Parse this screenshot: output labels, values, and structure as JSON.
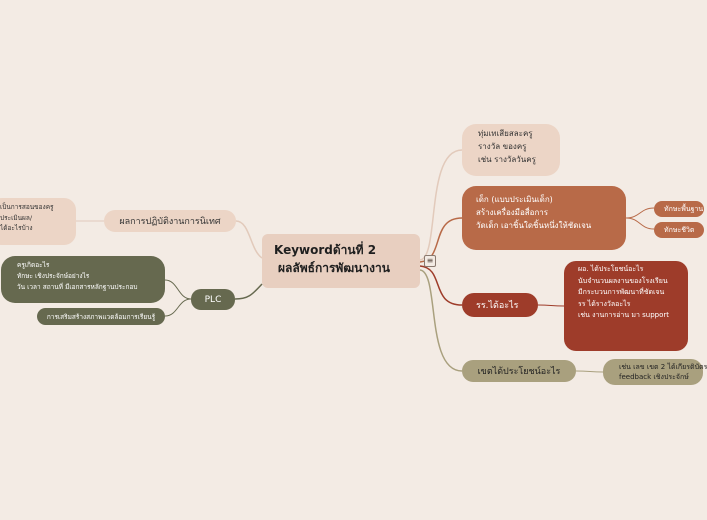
{
  "center": {
    "line1": "Keywordด้านที่ 2",
    "line2": "ผลลัพธ์การพัฒนางาน",
    "menu_icon": "≡"
  },
  "right": {
    "top_light": [
      "ทุ่มเทเสียสละครู",
      "รางวัล ของครู",
      "เช่น รางวัลวันครู"
    ],
    "orange": [
      "เด็ก (แบบประเมินเด็ก)",
      "สร้างเครื่องมือสื่อการ",
      "วัดเด็ก เอาชิ้นใดชิ้นหนึ่งให้ชัดเจน"
    ],
    "orange_sub": [
      "ทักษะพื้นฐาน",
      "ทักษะชีวิต"
    ],
    "red": "รร.ได้อะไร",
    "red_detail": [
      "ผอ. ได้ประโยชน์อะไร",
      "นับจำนวนผลงานของโรงเรียน",
      "มีกระบวนการพัฒนาที่ชัดเจน",
      "รร ได้รางวัลอะไร",
      "เช่น งานการอ่าน มา support"
    ],
    "olive": "เขตได้ประโยชน์อะไร",
    "olive_detail": [
      "เช่น เลข เขต 2 ได้เกียรติบัตร",
      "feedback เชิงประจักษ์"
    ]
  },
  "left": {
    "beige": "ผลการปฏิบัติงานการนิเทศ",
    "beige_detail": [
      "เป็นการสอนของครู",
      "ประเมินผล/",
      "ได้อะไรบ้าง"
    ],
    "plc": "PLC",
    "plc_detail1": [
      "ครูเกิดอะไร",
      "ทักษะ เชิงประจักษ์อย่างไร",
      "วัน เวลา สถานที่ มีเอกสารหลักฐานประกอบ"
    ],
    "plc_detail2": "การเสริมสร้างสภาพแวดล้อมการเรียนรู้"
  },
  "colors": {
    "background": "#f3ebe4",
    "center": "#e8cfc0",
    "light_beige": "#ecd5c6",
    "orange": "#b86a48",
    "red": "#9e3c2a",
    "olive": "#a9a07e",
    "dark_olive": "#66694f"
  }
}
